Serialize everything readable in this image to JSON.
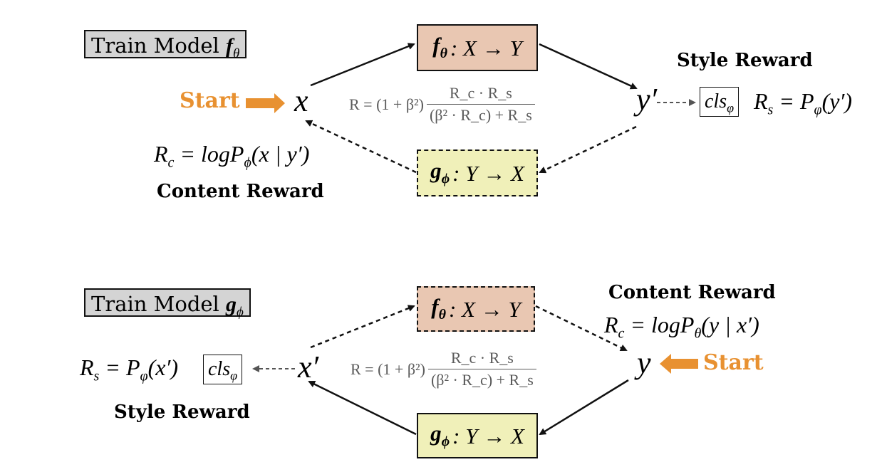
{
  "top": {
    "title": {
      "prefix": "Train Model ",
      "symbol": "f",
      "sub": "θ"
    },
    "f_box": {
      "sym": "f",
      "sub": "θ",
      "map": ": X → Y"
    },
    "g_box": {
      "sym": "g",
      "sub": "ϕ",
      "map": ": Y → X"
    },
    "start": "Start",
    "input_var": "x",
    "output_var": "y′",
    "style_reward_label": "Style Reward",
    "content_reward_label": "Content Reward",
    "content_eq": {
      "lhs": "R",
      "lhs_sub": "c",
      "rhs_pre": " = logP",
      "rhs_sub": "ϕ",
      "rhs_post": "(x | y′)"
    },
    "style_eq": {
      "lhs": "R",
      "lhs_sub": "s",
      "rhs_pre": " = P",
      "rhs_sub": "φ",
      "rhs_post": "(y′)"
    },
    "cls": {
      "text": "cls",
      "sub": "φ"
    }
  },
  "bottom": {
    "title": {
      "prefix": "Train Model ",
      "symbol": "g",
      "sub": "ϕ"
    },
    "f_box": {
      "sym": "f",
      "sub": "θ",
      "map": ": X → Y"
    },
    "g_box": {
      "sym": "g",
      "sub": "ϕ",
      "map": ": Y → X"
    },
    "start": "Start",
    "input_var": "y",
    "output_var": "x′",
    "style_reward_label": "Style Reward",
    "content_reward_label": "Content Reward",
    "content_eq": {
      "lhs": "R",
      "lhs_sub": "c",
      "rhs_pre": " = logP",
      "rhs_sub": "θ",
      "rhs_post": "(y | x′)"
    },
    "style_eq": {
      "lhs": "R",
      "lhs_sub": "s",
      "rhs_pre": " = P",
      "rhs_sub": "φ",
      "rhs_post": "(x′)"
    },
    "cls": {
      "text": "cls",
      "sub": "φ"
    }
  },
  "formula": {
    "lhs": "R = (1 + β²)",
    "numerator": "R_c · R_s",
    "denominator": "(β² · R_c) + R_s"
  },
  "colors": {
    "f_box": "#e9c7b2",
    "g_box": "#f0f0b9",
    "title_box": "#d4d4d4",
    "start": "#e89131",
    "formula_text": "#5a5a5a"
  }
}
